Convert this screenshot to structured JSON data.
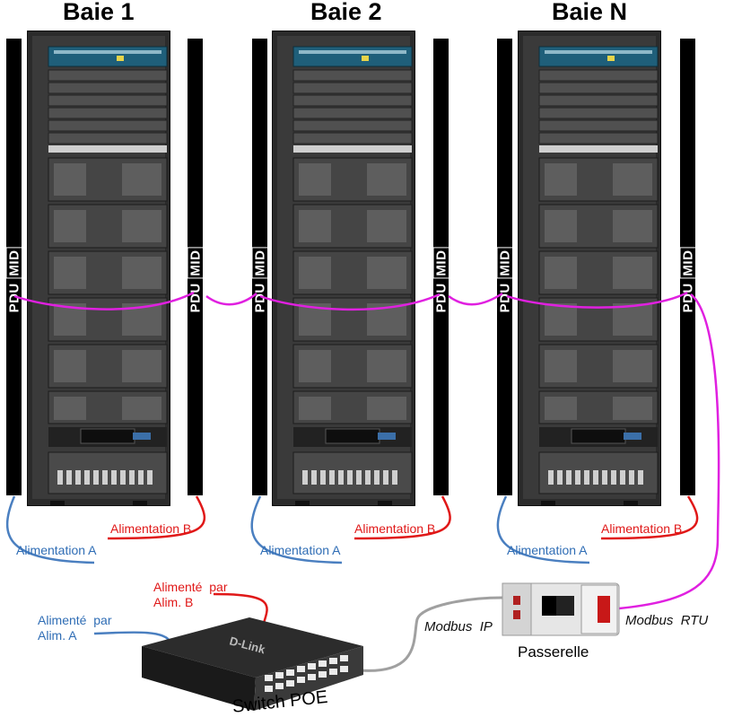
{
  "bays": [
    {
      "title": "Baie 1",
      "power_a": "Alimentation A",
      "power_b": "Alimentation B"
    },
    {
      "title": "Baie 2",
      "power_a": "Alimentation A",
      "power_b": "Alimentation B"
    },
    {
      "title": "Baie N",
      "power_a": "Alimentation A",
      "power_b": "Alimentation B"
    }
  ],
  "pdu_logo": {
    "left": "PDU",
    "right": "MID"
  },
  "switch": {
    "label": "Switch POE",
    "brand": "D-Link",
    "fed_a": "Alimenté  par\nAlim. A",
    "fed_b": "Alimenté  par\nAlim. B"
  },
  "gateway": {
    "label": "Passerelle"
  },
  "links": {
    "modbus_ip": "Modbus  IP",
    "modbus_rtu": "Modbus  RTU"
  },
  "colors": {
    "modbus_rtu_cable": "#e020e0",
    "feed_a_cable": "#4a7fc0",
    "feed_b_cable": "#e01818",
    "modbus_ip_cable": "#a0a0a0",
    "pdu_strip": "#000000",
    "rack_body": "#2b2b2b"
  }
}
